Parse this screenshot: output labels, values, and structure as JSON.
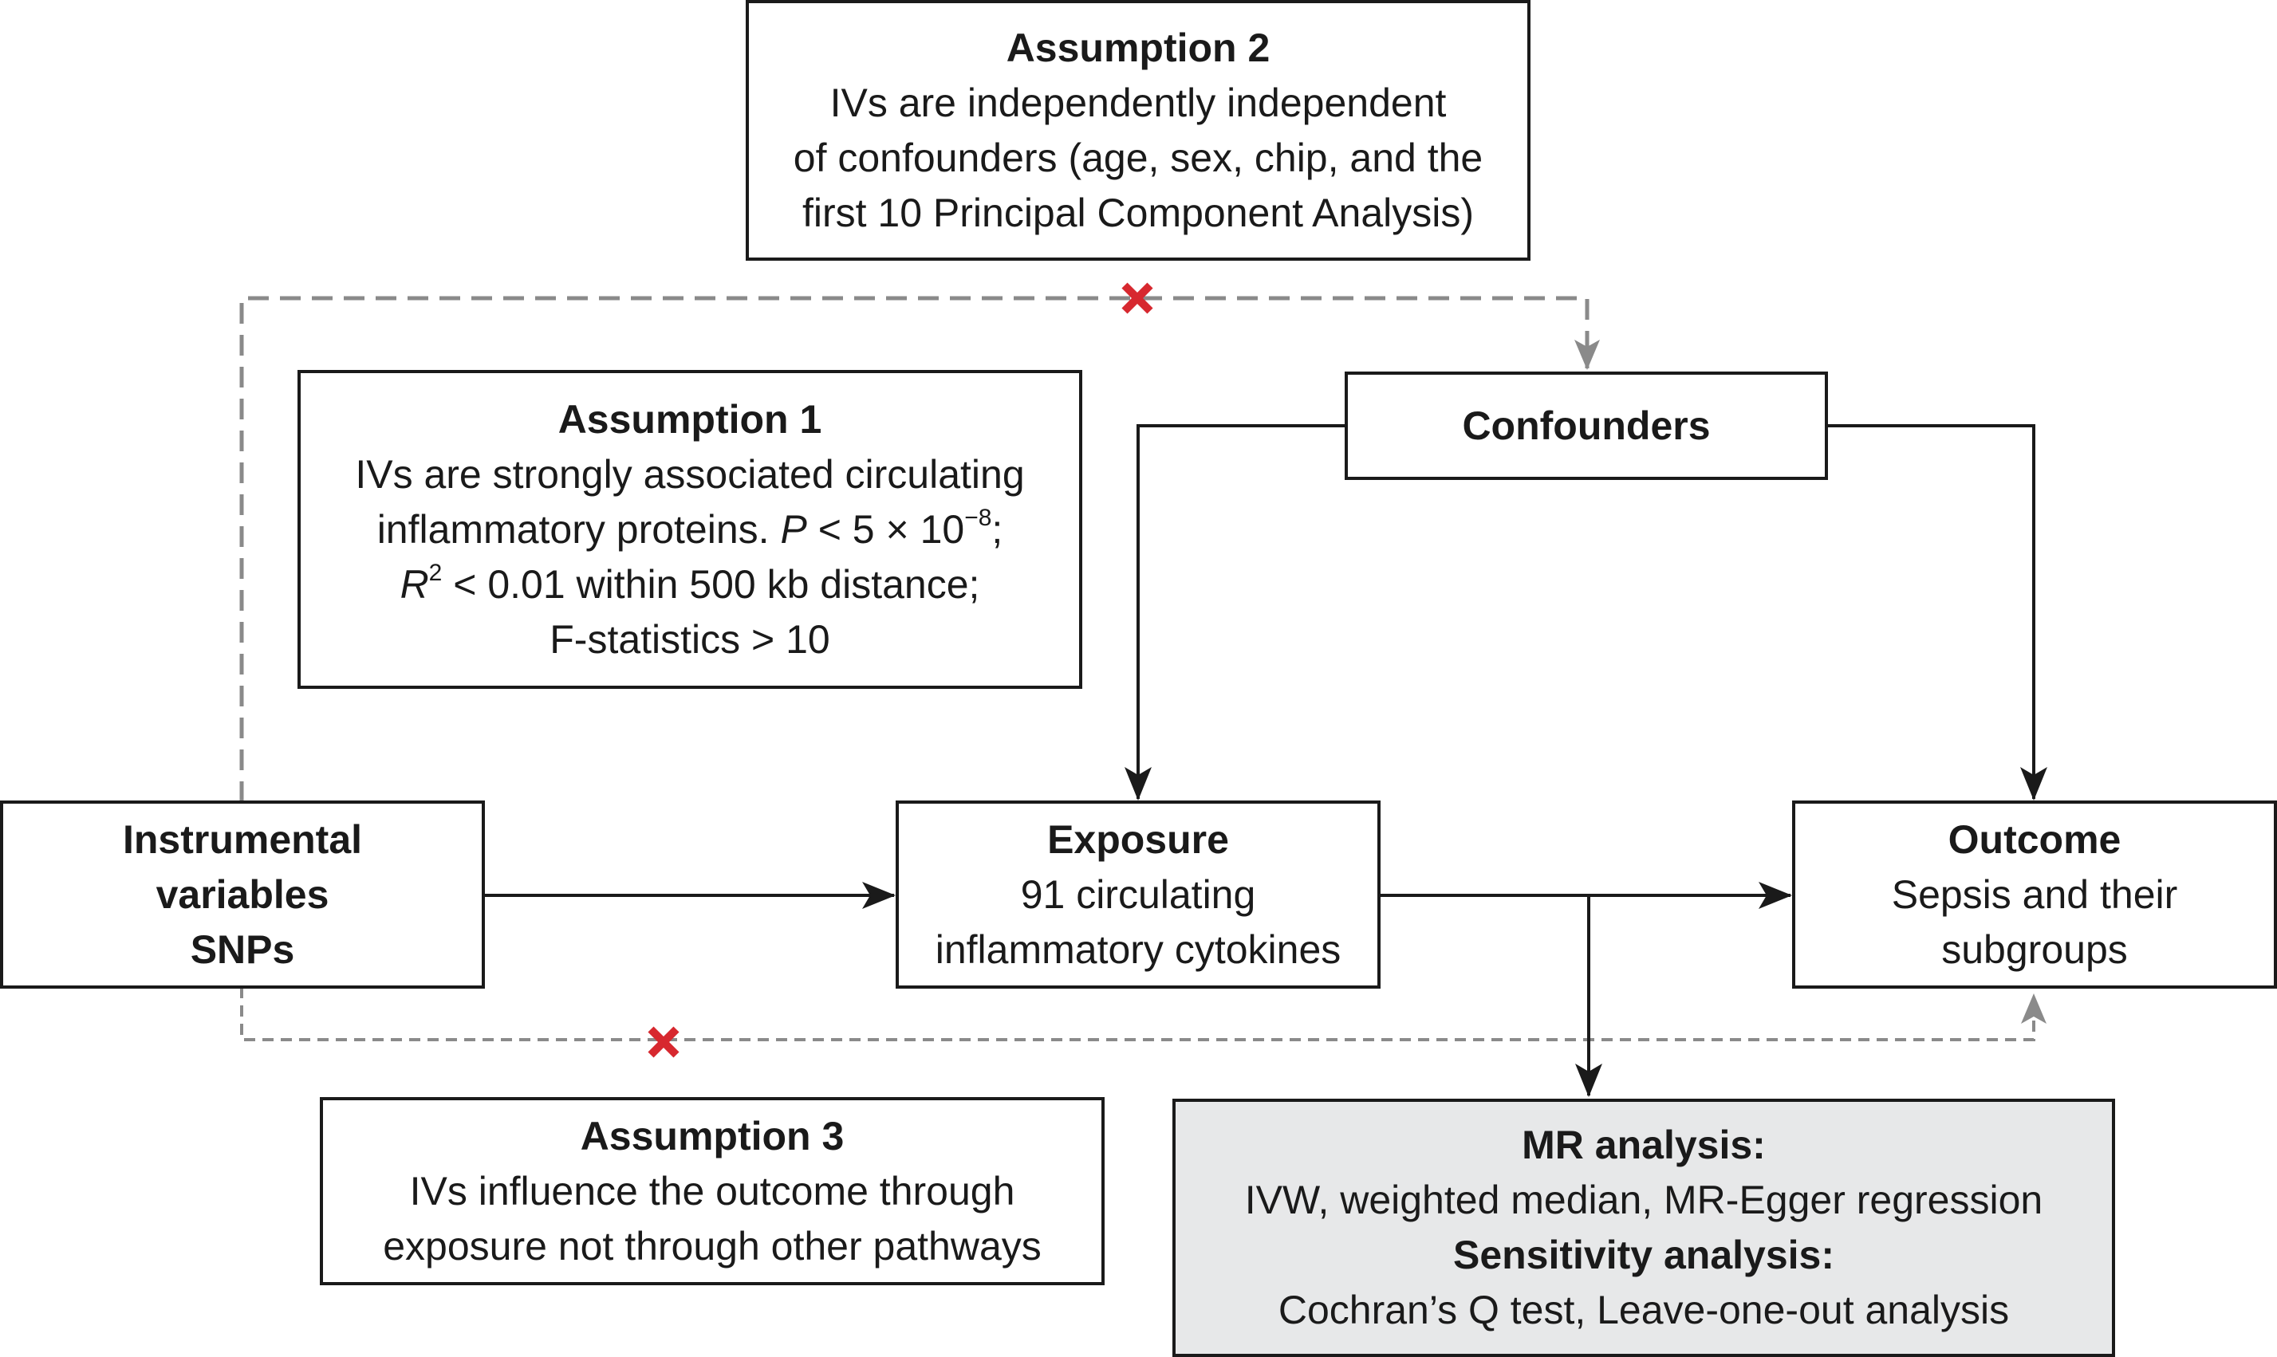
{
  "assumption2": {
    "title": "Assumption 2",
    "line1": "IVs are independently independent",
    "line2": "of confounders (age, sex, chip, and the",
    "line3": "first 10 Principal Component Analysis)"
  },
  "assumption1": {
    "title": "Assumption 1",
    "line1": "IVs are strongly associated circulating",
    "line2_prefix": "inflammatory proteins. ",
    "line2_p": "P",
    "line2_middle": " < 5 × 10",
    "line2_exp": "−8",
    "line2_suffix": ";",
    "line3_r": "R",
    "line3_exp": "2",
    "line3_suffix": " < 0.01 within 500 kb distance;",
    "line4": "F-statistics > 10"
  },
  "confounders": {
    "title": "Confounders"
  },
  "instrumental": {
    "line1": "Instrumental",
    "line2": "variables",
    "line3": "SNPs"
  },
  "exposure": {
    "title": "Exposure",
    "line1": "91 circulating",
    "line2": "inflammatory cytokines"
  },
  "outcome": {
    "title": "Outcome",
    "line1": "Sepsis and their",
    "line2": "subgroups"
  },
  "assumption3": {
    "title": "Assumption 3",
    "line1": "IVs influence the outcome through",
    "line2": "exposure not through other pathways"
  },
  "mr": {
    "title1": "MR analysis:",
    "line1": "IVW, weighted median, MR-Egger regression",
    "title2": "Sensitivity analysis:",
    "line2": "Cochran’s Q test, Leave-one-out analysis"
  },
  "colors": {
    "solid_line": "#1a1a1a",
    "dashed_line": "#8a8a8a",
    "violation_mark": "#d7282f",
    "analysis_box_fill": "#e7e8e9"
  }
}
